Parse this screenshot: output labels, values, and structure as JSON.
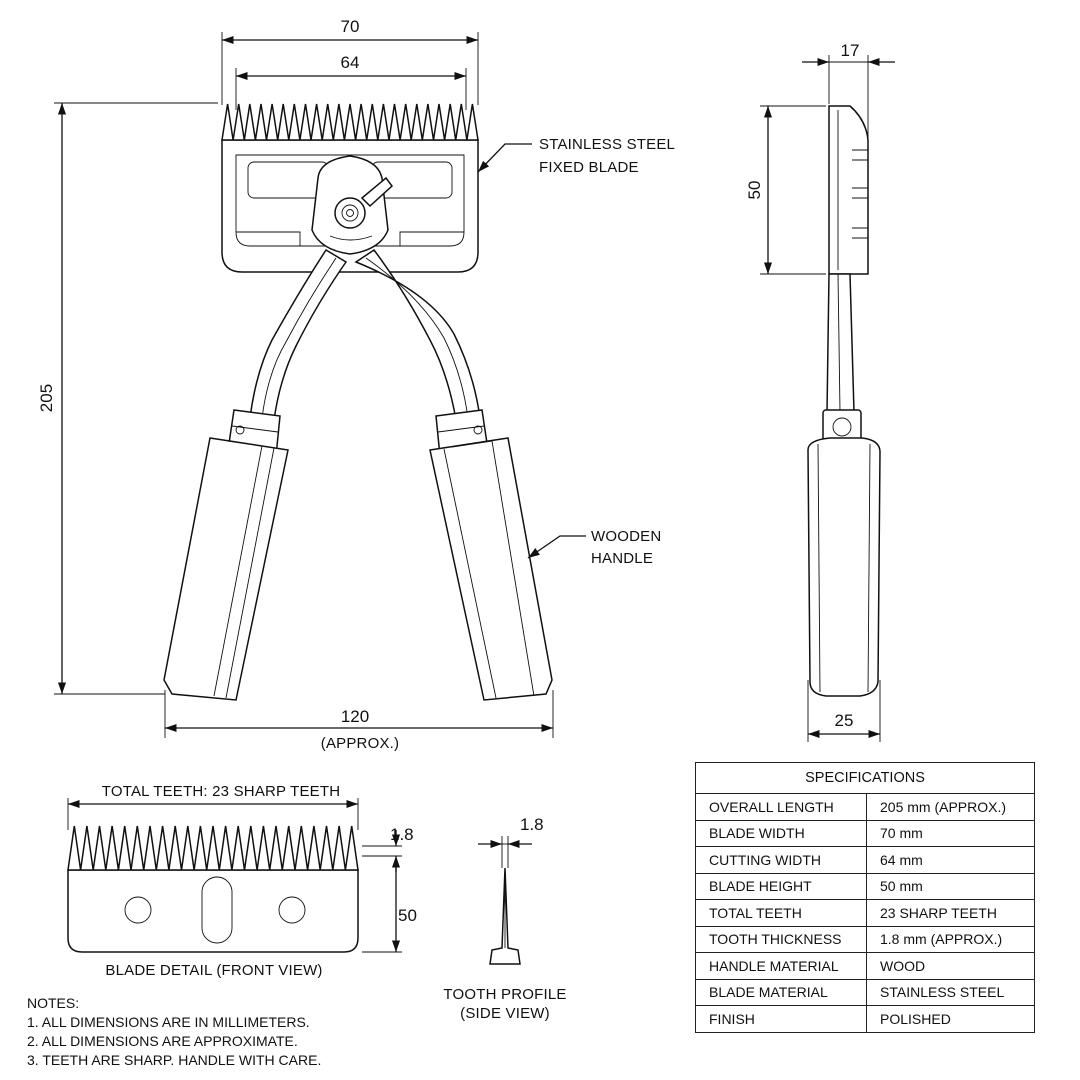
{
  "dimensions": {
    "blade_width": "70",
    "cutting_width": "64",
    "overall_length": "205",
    "handle_span": "120",
    "handle_span_note": "(APPROX.)",
    "side_thickness": "17",
    "blade_height": "50",
    "handle_diameter": "25",
    "tooth_gap": "1.8",
    "detail_height": "50",
    "tooth_thickness": "1.8"
  },
  "callouts": {
    "blade_line1": "STAINLESS STEEL",
    "blade_line2": "FIXED BLADE",
    "handle_line1": "WOODEN",
    "handle_line2": "HANDLE"
  },
  "blade_detail": {
    "teeth_label": "TOTAL TEETH: 23 SHARP TEETH",
    "caption": "BLADE DETAIL (FRONT VIEW)"
  },
  "tooth_profile": {
    "caption_line1": "TOOTH PROFILE",
    "caption_line2": "(SIDE VIEW)"
  },
  "notes": {
    "title": "NOTES:",
    "items": [
      "1. ALL DIMENSIONS ARE IN MILLIMETERS.",
      "2. ALL DIMENSIONS ARE APPROXIMATE.",
      "3. TEETH ARE SHARP. HANDLE WITH CARE."
    ]
  },
  "specifications": {
    "title": "SPECIFICATIONS",
    "rows": [
      {
        "key": "OVERALL LENGTH",
        "value": "205 mm (APPROX.)"
      },
      {
        "key": "BLADE WIDTH",
        "value": "70 mm"
      },
      {
        "key": "CUTTING WIDTH",
        "value": "64 mm"
      },
      {
        "key": "BLADE HEIGHT",
        "value": "50 mm"
      },
      {
        "key": "TOTAL TEETH",
        "value": "23 SHARP TEETH"
      },
      {
        "key": "TOOTH THICKNESS",
        "value": "1.8 mm (APPROX.)"
      },
      {
        "key": "HANDLE MATERIAL",
        "value": "WOOD"
      },
      {
        "key": "BLADE MATERIAL",
        "value": "STAINLESS STEEL"
      },
      {
        "key": "FINISH",
        "value": "POLISHED"
      }
    ]
  }
}
